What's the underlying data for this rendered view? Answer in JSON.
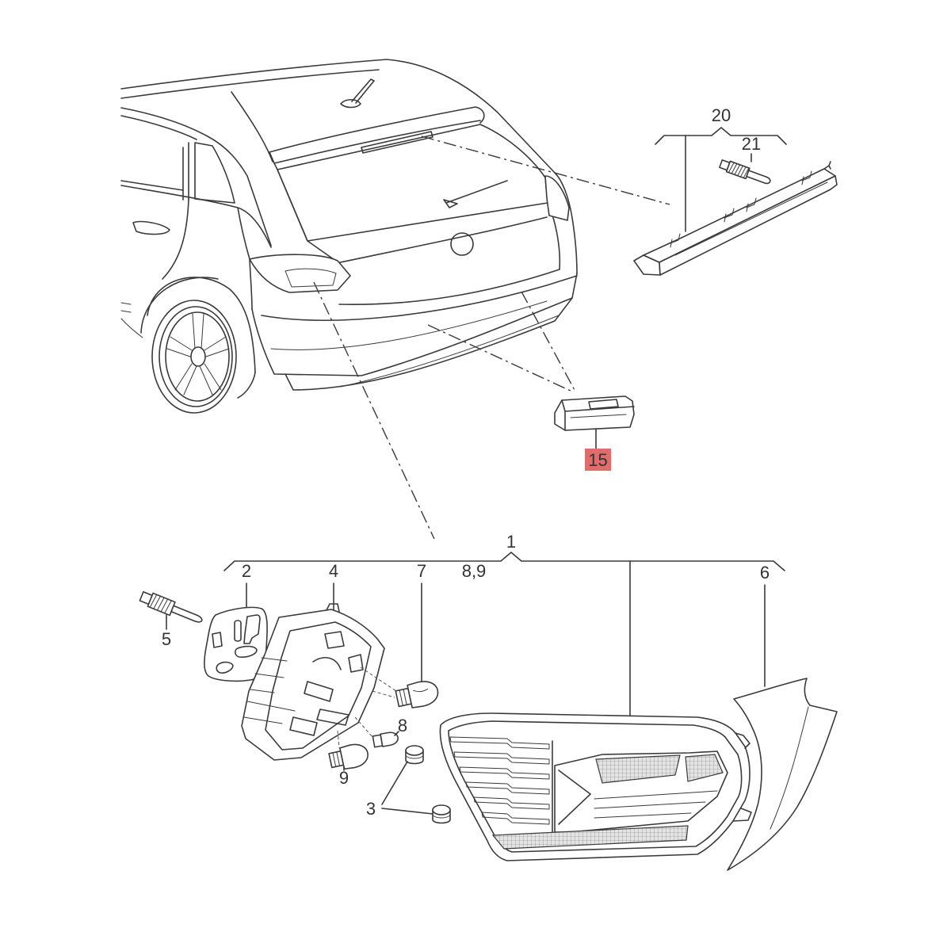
{
  "callouts": {
    "c20": "20",
    "c21": "21",
    "c15": "15",
    "c1": "1",
    "c2": "2",
    "c4": "4",
    "c7": "7",
    "c89": "8,9",
    "c6": "6",
    "c5": "5",
    "c8": "8",
    "c9": "9",
    "c3": "3"
  },
  "colors": {
    "highlight": "#e06c6c",
    "line": "#3a3a3a",
    "background": "#ffffff"
  }
}
